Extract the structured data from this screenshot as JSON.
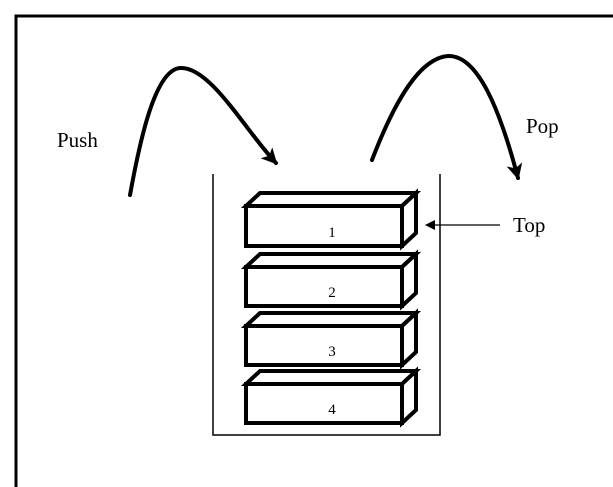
{
  "labels": {
    "push": "Push",
    "pop": "Pop",
    "top": "Top"
  },
  "stack_items": [
    "1",
    "2",
    "3",
    "4"
  ],
  "colors": {
    "stroke": "#000000",
    "background": "#ffffff"
  }
}
